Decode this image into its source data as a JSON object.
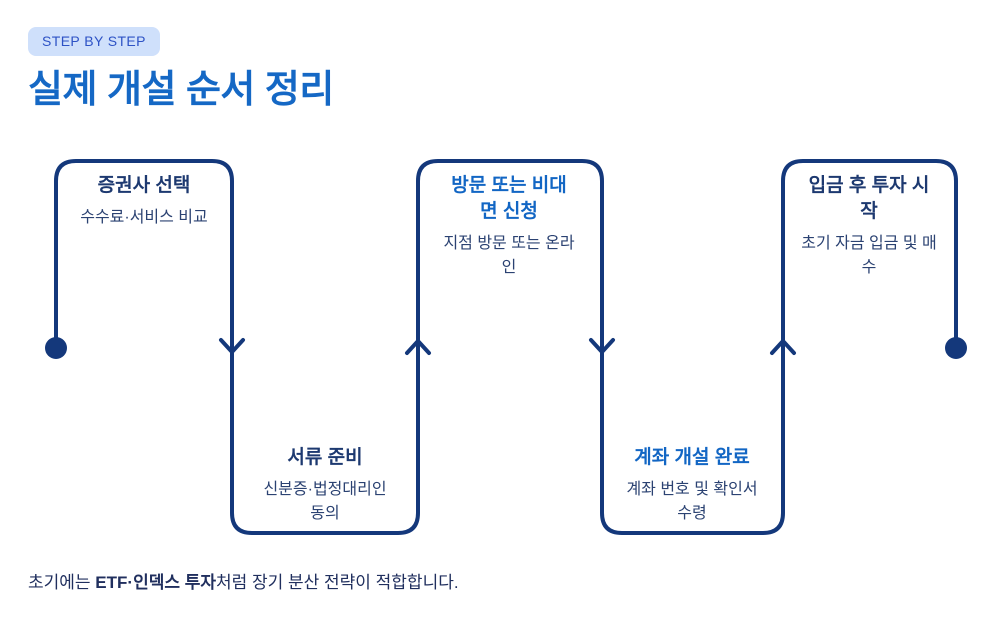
{
  "badge": {
    "label": "STEP BY STEP"
  },
  "title": "실제 개설 순서 정리",
  "colors": {
    "background": "#ffffff",
    "heading_blue": "#1568c5",
    "flow_navy": "#14387b",
    "step_title_navy": "#1d3970",
    "step_title_blue": "#1266c4",
    "step_subtitle_navy": "#2b4272",
    "badge_bg": "#cfe0fb",
    "badge_text": "#2d52c5",
    "note_text": "#202f5e"
  },
  "flow": {
    "start_icon": "start-dot",
    "end_icon": "end-dot",
    "steps": [
      {
        "title": "증권사 선택",
        "subtitle": "수수료·서비스 비교",
        "position": "top",
        "title_color": "#1d3970",
        "connector": "start-dot"
      },
      {
        "title": "서류 준비",
        "subtitle": "신분증·법정대리인\n동의",
        "position": "bottom",
        "title_color": "#1d3970",
        "connector": "arrow-down"
      },
      {
        "title": "방문 또는 비대\n면 신청",
        "subtitle": "지점 방문 또는 온라\n인",
        "position": "top",
        "title_color": "#1266c4",
        "connector": "arrow-up"
      },
      {
        "title": "계좌 개설 완료",
        "subtitle": "계좌 번호 및 확인서\n수령",
        "position": "bottom",
        "title_color": "#1266c4",
        "connector": "arrow-down"
      },
      {
        "title": "입금 후 투자 시\n작",
        "subtitle": "초기 자금 입금 및 매\n수",
        "position": "top",
        "title_color": "#1d3970",
        "connector": "arrow-up-end-dot"
      }
    ]
  },
  "note": {
    "prefix": "초기에는 ",
    "bold": "ETF·인덱스 투자",
    "suffix": "처럼 장기 분산 전략이 적합합니다."
  }
}
